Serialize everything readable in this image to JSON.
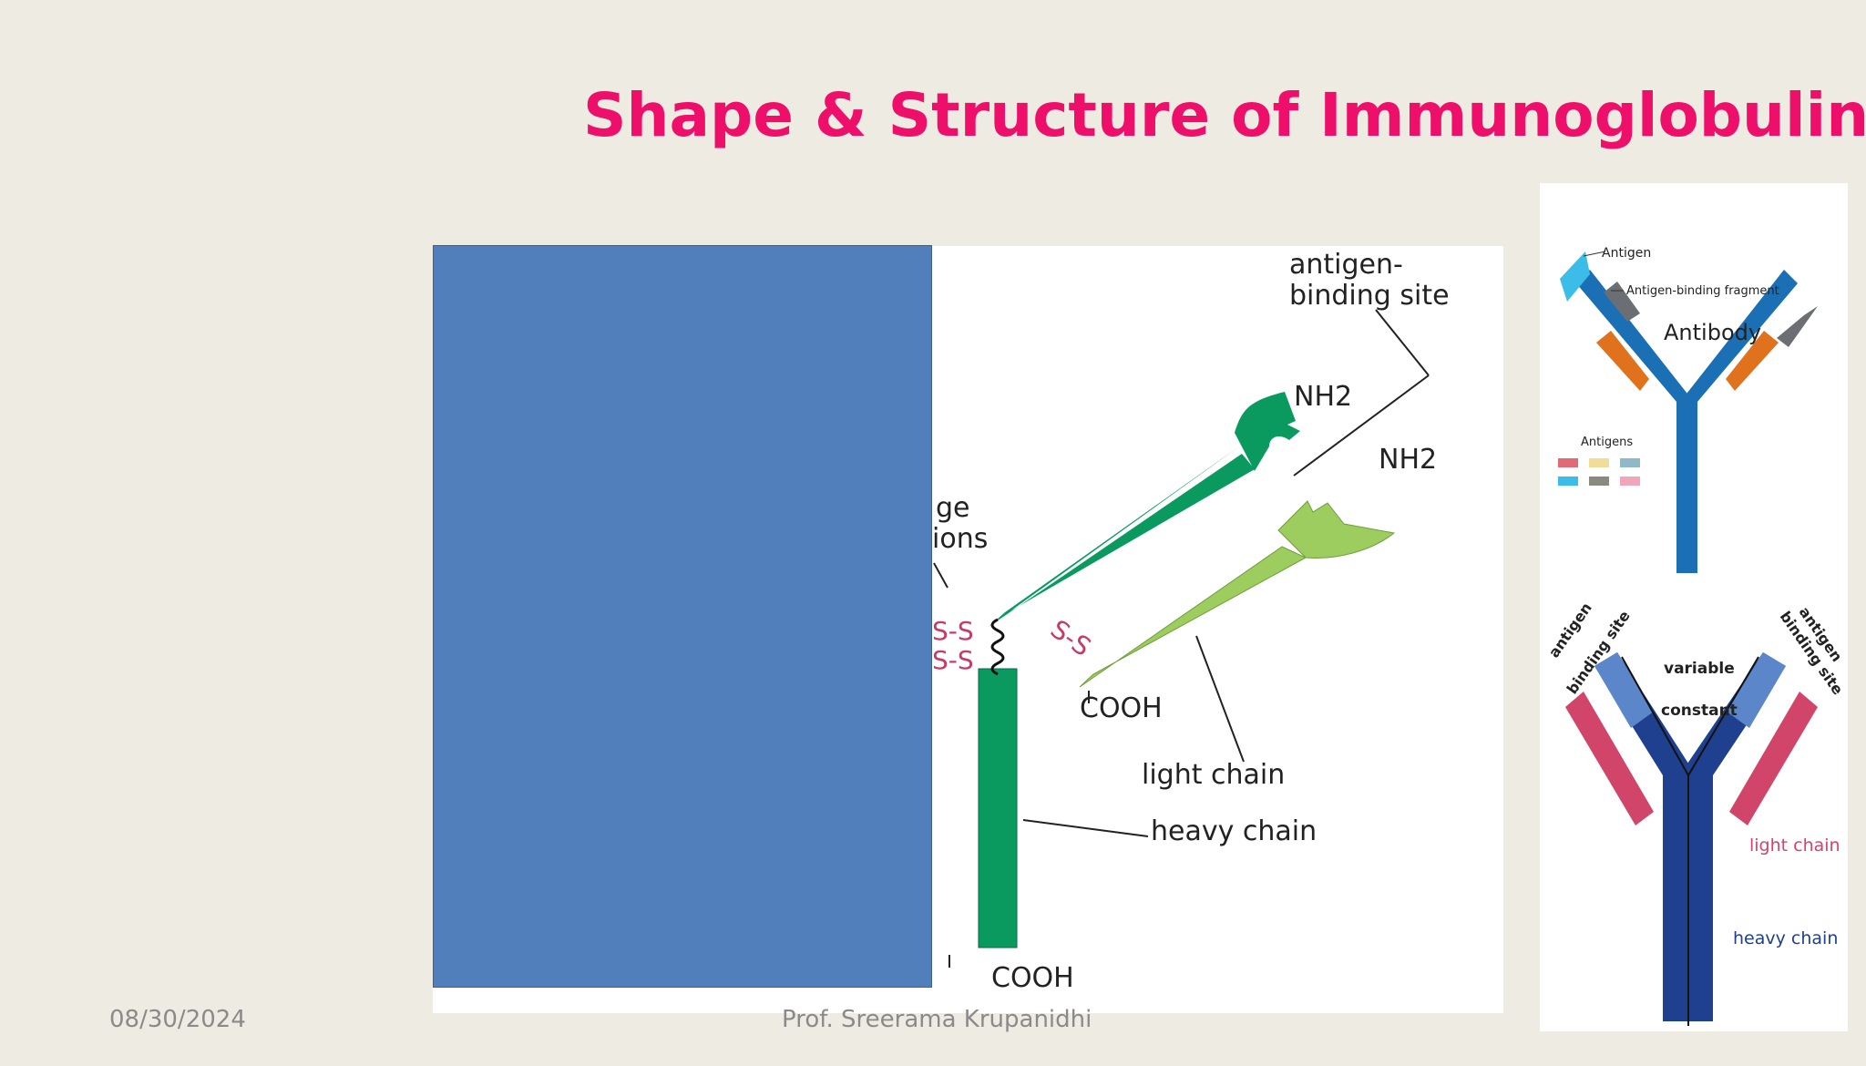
{
  "slide": {
    "title": "Shape & Structure of Immunoglobulin",
    "date": "08/30/2024",
    "author": "Prof. Sreerama Krupanidhi",
    "accent_color": "#ee0f6a",
    "background_color": "#eeece2",
    "placeholder_color": "#507fbb"
  },
  "main_diagram": {
    "antigen_binding_site": [
      "antigen-",
      "binding site"
    ],
    "nh2_top": "NH2",
    "nh2_light": "NH2",
    "hinge_partial": [
      "ge",
      "ions"
    ],
    "ss_left_1": "S-S",
    "ss_left_2": "S-S",
    "ss_right": "S-S",
    "cooh_light": "COOH",
    "light_chain": "light chain",
    "heavy_chain": "heavy chain",
    "cooh_bottom": "COOH",
    "heavy_color": "#0a9a60",
    "light_color": "#9ccd5e"
  },
  "antibody_top": {
    "antigen": "Antigen",
    "fab": "Antigen-binding fragment",
    "antibody": "Antibody",
    "antigens": "Antigens"
  },
  "antibody_bottom": {
    "binding_left": [
      "antigen",
      "binding site"
    ],
    "binding_right": [
      "antigen",
      "binding site"
    ],
    "variable": "variable",
    "constant": "constant",
    "light_chain": "light chain",
    "heavy_chain": "heavy chain"
  }
}
